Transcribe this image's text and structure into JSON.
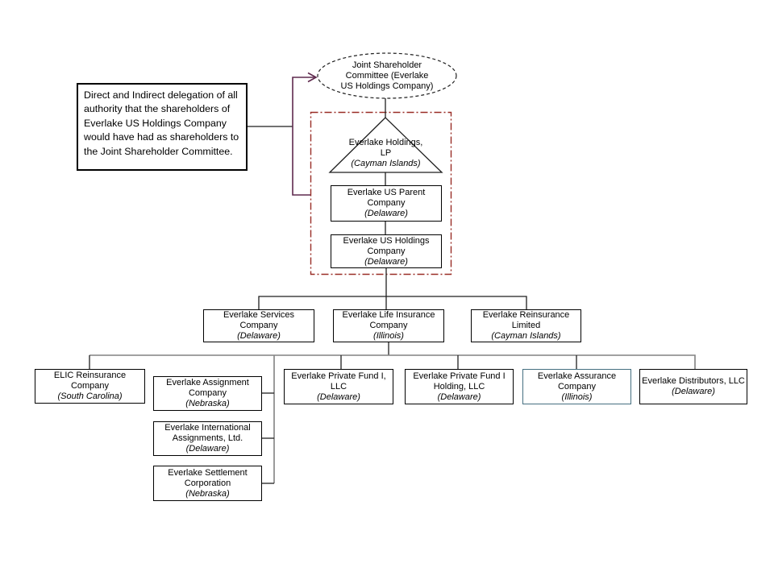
{
  "title": "Everlake corporate structure chart",
  "note": {
    "text": "Direct and Indirect delegation of all authority that the shareholders of Everlake US Holdings Company would have had as shareholders to the Joint Shareholder Committee."
  },
  "nodes": {
    "committee": {
      "name": "Joint Shareholder Committee (Everlake US Holdings Company)"
    },
    "holdings_lp": {
      "name": "Everlake Holdings, LP",
      "state": "(Cayman Islands)"
    },
    "us_parent": {
      "name": "Everlake US Parent Company",
      "state": "(Delaware)"
    },
    "us_holdings": {
      "name": "Everlake US Holdings Company",
      "state": "(Delaware)"
    },
    "services": {
      "name": "Everlake Services Company",
      "state": "(Delaware)"
    },
    "life": {
      "name": "Everlake Life Insurance Company",
      "state": "(Illinois)"
    },
    "reinsurance": {
      "name": "Everlake Reinsurance Limited",
      "state": "(Cayman Islands)"
    },
    "elic": {
      "name": "ELIC Reinsurance Company",
      "state": "(South Carolina)"
    },
    "assignment": {
      "name": "Everlake Assignment Company",
      "state": "(Nebraska)"
    },
    "international": {
      "name": "Everlake International Assignments, Ltd.",
      "state": "(Delaware)"
    },
    "settlement": {
      "name": "Everlake Settlement Corporation",
      "state": "(Nebraska)"
    },
    "fund": {
      "name": "Everlake Private Fund I, LLC",
      "state": "(Delaware)"
    },
    "fund_holding": {
      "name": "Everlake Private Fund I Holding, LLC",
      "state": "(Delaware)"
    },
    "assurance": {
      "name": "Everlake Assurance Company",
      "state": "(Illinois)"
    },
    "distributors": {
      "name": "Everlake Distributors, LLC",
      "state": "(Delaware)"
    }
  },
  "colors": {
    "accent_maroon": "#5f2a4e",
    "dash_red": "#992d26",
    "assurance_border": "#456f80",
    "line_black": "#1f1f1f",
    "connector_gray": "#828282"
  }
}
